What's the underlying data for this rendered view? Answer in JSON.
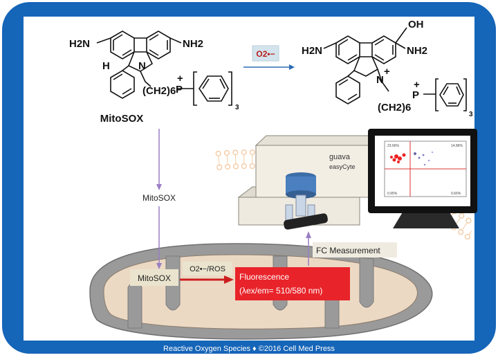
{
  "colors": {
    "frame": "#1565b8",
    "panel": "#ffffff",
    "mito_outer": "#9a9a9a",
    "mito_inner": "#ecd9c4",
    "membrane": "#f2c79c",
    "arrow_purple": "#9a7ec4",
    "arrow_red": "#cc1f1f",
    "fluor_box": "#e8242a",
    "reagent_box": "#d4e4ec"
  },
  "reactant": {
    "amine_left": "H2N",
    "amine_right": "NH2",
    "h_label": "H",
    "n_label": "N",
    "chain": "(CH2)6",
    "p_label": "P",
    "plus": "+",
    "sub3": "3",
    "name": "MitoSOX"
  },
  "reaction": {
    "reagent": "O2•−"
  },
  "product": {
    "oh_label": "OH",
    "amine_left": "H2N",
    "amine_right": "NH2",
    "n_label": "N",
    "plus_n": "+",
    "chain": "(CH2)6",
    "p_label": "P",
    "plus_p": "+",
    "sub3": "3"
  },
  "flow": {
    "membrane_label": "MitoSOX",
    "matrix_label": "MitoSOX",
    "ros_label": "O2•−/ROS",
    "fluorescence_title": "Fluorescence",
    "fluorescence_detail": "(λex/em= 510/580 nm)",
    "fc_label": "FC Measurement"
  },
  "instrument": {
    "brand": "guava",
    "model": "easyCyte"
  },
  "monitor": {
    "quadrant_ul": "23.66%",
    "quadrant_ur": "14.86%",
    "quadrant_ll": "0.95%",
    "quadrant_lr": "0.66%"
  },
  "footer": {
    "caption": "Reactive Oxygen Species ♦ ©2016 Cell Med Press"
  }
}
